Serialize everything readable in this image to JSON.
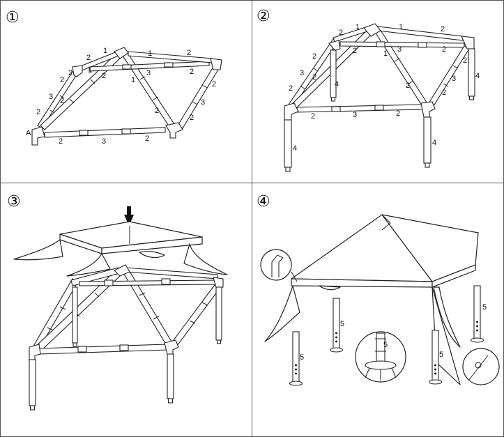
{
  "steps": [
    {
      "marker": "①",
      "labels": [
        "1",
        "2",
        "1",
        "2",
        "2",
        "3",
        "1",
        "2",
        "3",
        "2",
        "2",
        "1",
        "2",
        "2",
        "3",
        "2",
        "2",
        "2",
        "3",
        "2"
      ],
      "corner_label": "A"
    },
    {
      "marker": "②",
      "labels": [
        "2",
        "1",
        "1",
        "2",
        "2",
        "3",
        "1",
        "2",
        "2",
        "3",
        "2",
        "2",
        "2",
        "3",
        "2",
        "4",
        "4",
        "4",
        "4",
        "2",
        "3",
        "2"
      ]
    },
    {
      "marker": "③"
    },
    {
      "marker": "④",
      "labels": [
        "5",
        "5",
        "5",
        "5",
        "5"
      ]
    }
  ],
  "colors": {
    "line": "#222222",
    "background": "#ffffff",
    "border": "#555555"
  }
}
